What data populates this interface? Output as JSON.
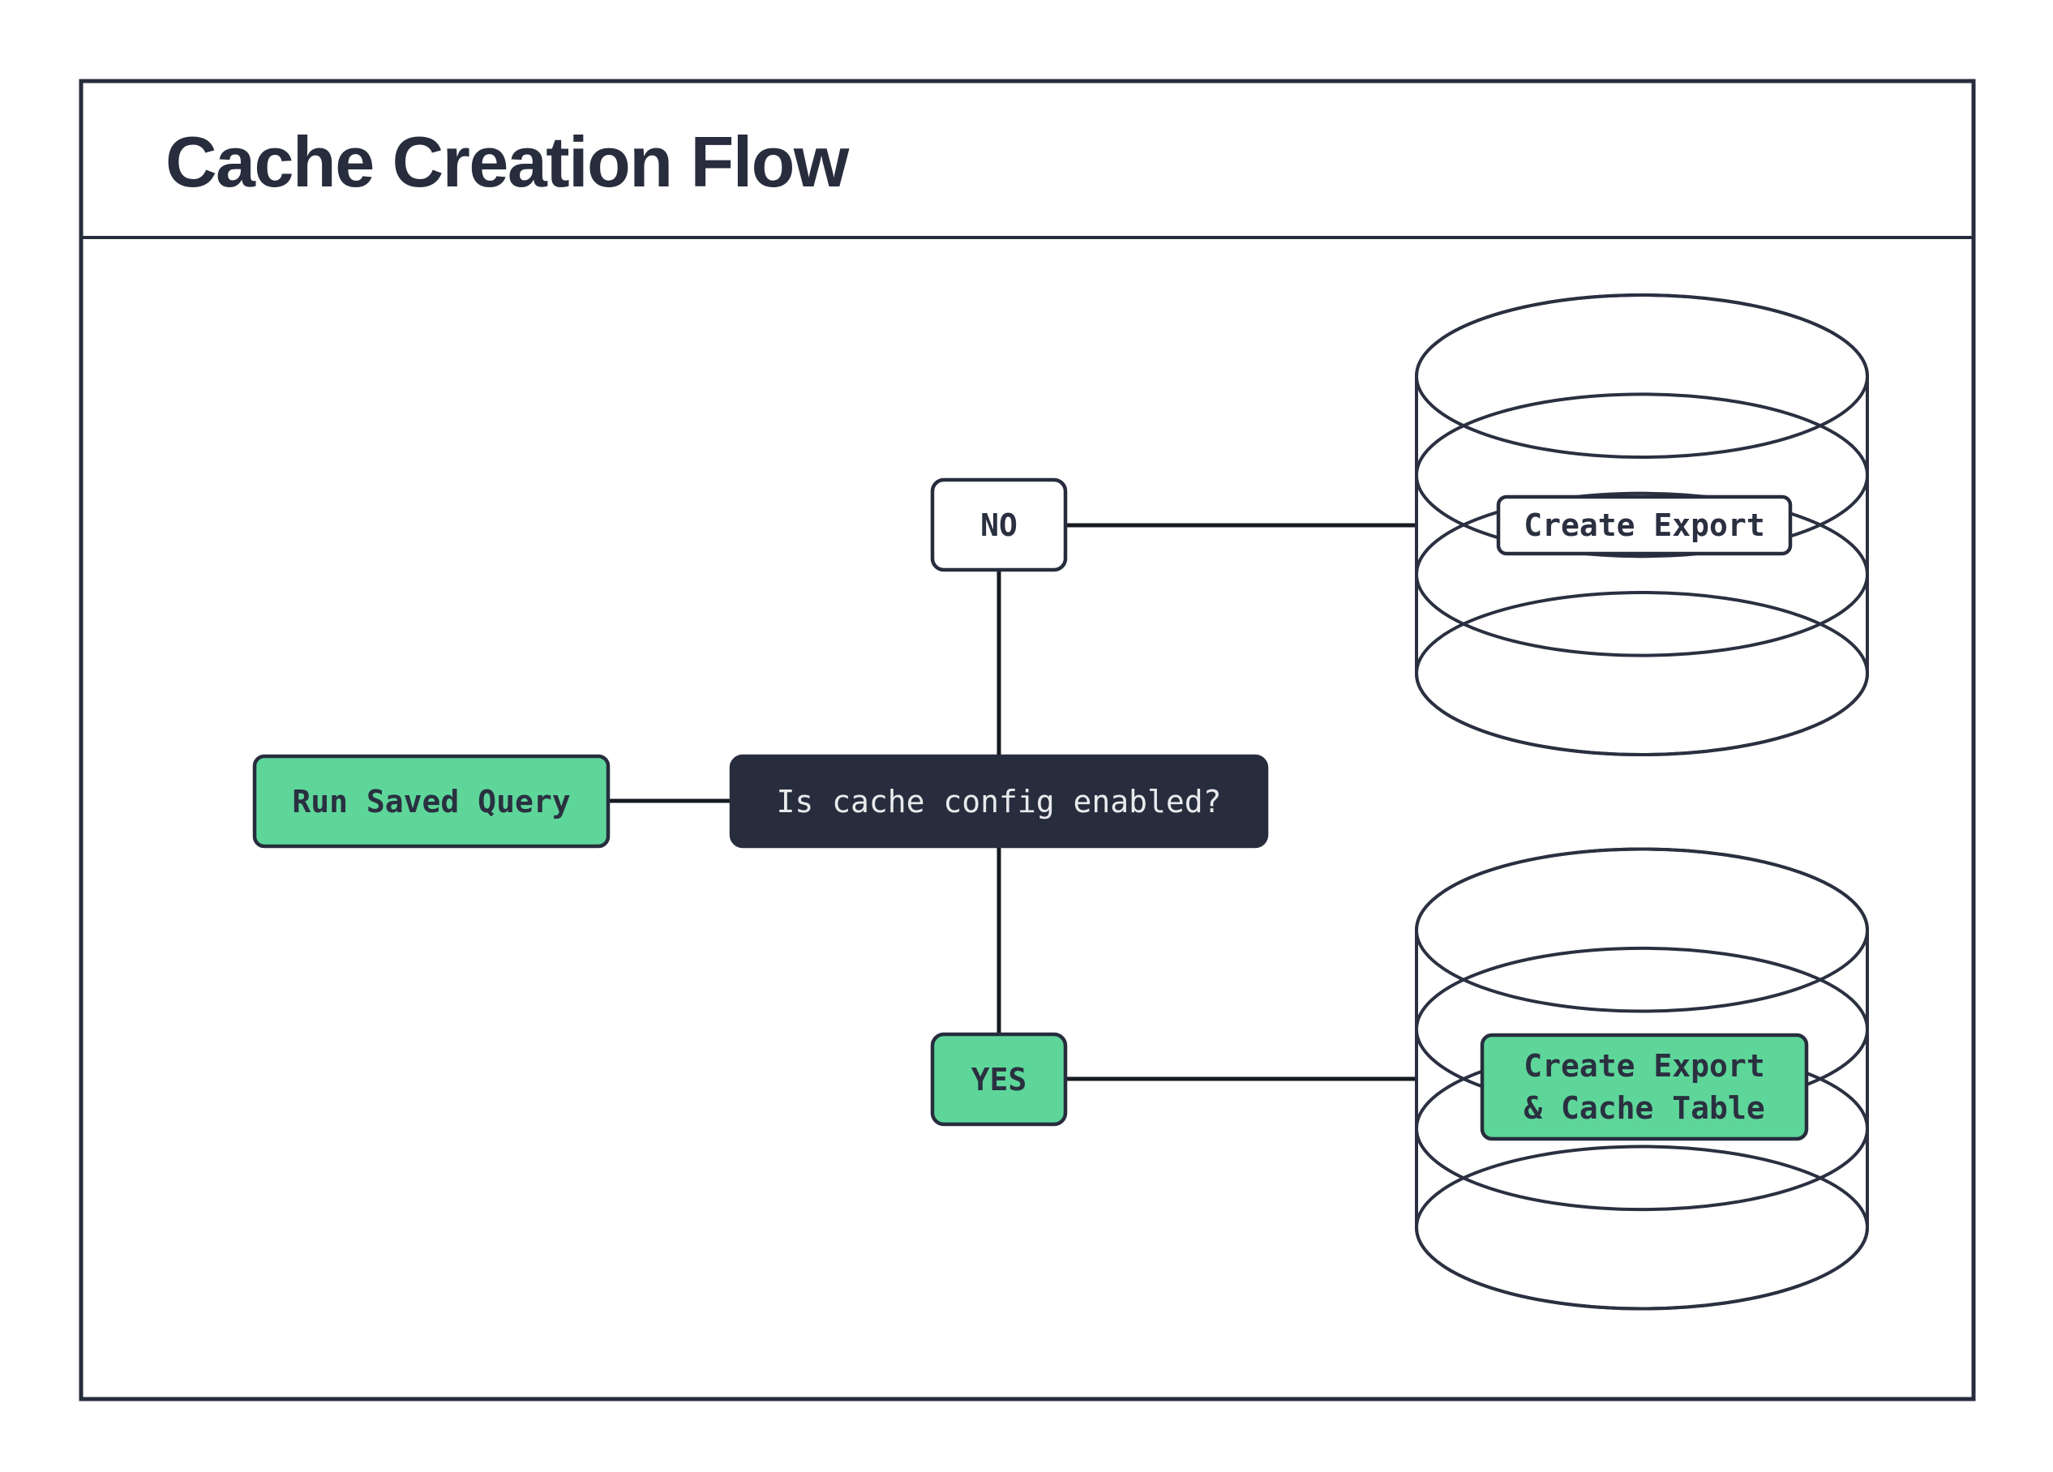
{
  "title": "Cache Creation Flow",
  "colors": {
    "navy": "#272D3D",
    "green": "#5ED69A",
    "white": "#FFFFFF",
    "connector": "#161A22",
    "light_text": "#E9EAEC"
  },
  "nodes": {
    "run_saved_query": {
      "label": "Run Saved Query"
    },
    "question": {
      "label": "Is cache config enabled?"
    },
    "no": {
      "label": "NO"
    },
    "yes": {
      "label": "YES"
    },
    "create_export": {
      "label": "Create Export"
    },
    "create_export_cache": {
      "line1": "Create Export",
      "line2": "& Cache Table"
    }
  },
  "edges": [
    "run_saved_query - question",
    "question - no",
    "question - yes",
    "no - database_top (create_export)",
    "yes - database_bottom (create_export_cache)"
  ]
}
